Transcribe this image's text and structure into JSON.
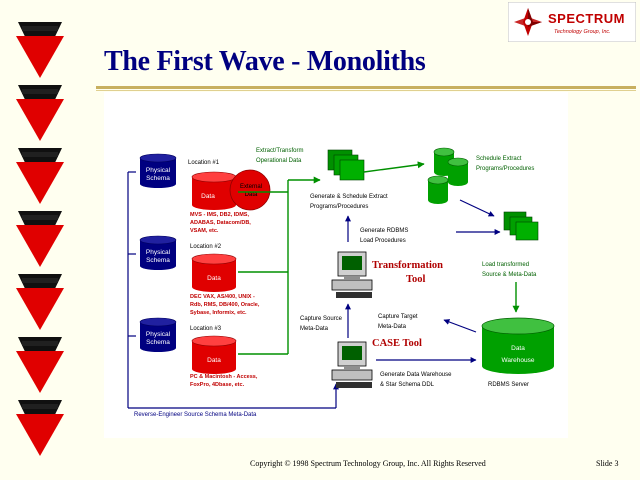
{
  "slide": {
    "title": "The First Wave - Monoliths",
    "footer": "Copyright © 1998 Spectrum Technology Group, Inc.  All Rights Reserved",
    "slide_number": "Slide 3"
  },
  "logo": {
    "name": "SPECTRUM",
    "subtitle": "Technology Group, Inc."
  },
  "diagram": {
    "locations": [
      {
        "name": "Location #1",
        "schema": [
          "Physical",
          "Schema"
        ],
        "data_label": "Data",
        "external": [
          "External",
          "Data"
        ],
        "platforms": [
          "MVS - IMS, DB2, IDMS,",
          "ADABAS, Datacom/DB,",
          "VSAM, etc."
        ]
      },
      {
        "name": "Location #2",
        "schema": [
          "Physical",
          "Schema"
        ],
        "data_label": "Data",
        "platforms": [
          "DEC VAX, AS/400, UNIX -",
          "Rdb, RMS, DB/400, Oracle,",
          "Sybase, Informix, etc."
        ]
      },
      {
        "name": "Location #3",
        "schema": [
          "Physical",
          "Schema"
        ],
        "data_label": "Data",
        "platforms": [
          "PC & Macintosh - Access,",
          "FoxPro, 4Dbase, etc."
        ]
      }
    ],
    "extract_label": [
      "Extract/Transform",
      "Operational Data"
    ],
    "schedule_label": [
      "Schedule Extract",
      "Programs/Procedures"
    ],
    "generate_schedule": [
      "Generate & Schedule Extract",
      "Programs/Procedures"
    ],
    "generate_rdbms": [
      "Generate RDBMS",
      "Load Procedures"
    ],
    "load_label": [
      "Load transformed",
      "Source & Meta-Data"
    ],
    "transformation_tool": [
      "Transformation",
      "Tool"
    ],
    "capture_source_1": [
      "Capture Source",
      "Meta-Data"
    ],
    "capture_target": [
      "Capture Target",
      "Meta-Data"
    ],
    "case_tool": "CASE Tool",
    "warehouse": [
      "Data",
      "Warehouse"
    ],
    "rdbms_server": "RDBMS Server",
    "generate_warehouse": [
      "Generate Data Warehouse",
      "& Star Schema DDL"
    ],
    "reverse_engineer": "Reverse-Engineer Source Schema Meta-Data"
  },
  "colors": {
    "title": "#000080",
    "arrow_green": "#009000",
    "arrow_navy": "#000080",
    "cylinder_navy": "#000080",
    "cylinder_red": "#e00000",
    "cylinder_green": "#00a000",
    "tool_red": "#b00000"
  }
}
